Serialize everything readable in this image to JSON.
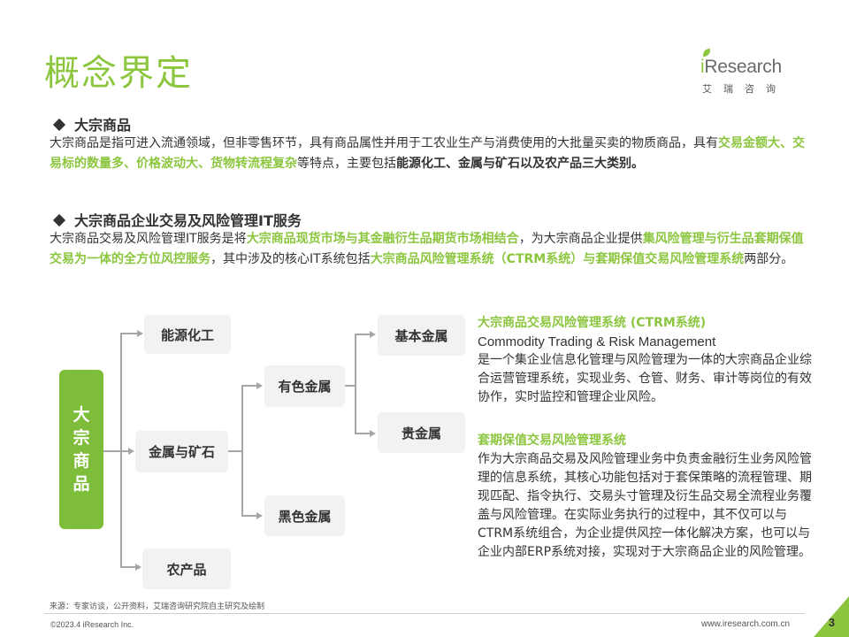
{
  "title": "概念界定",
  "logo": {
    "brand_i": "i",
    "brand_rest": "Research",
    "subtitle": "艾瑞咨询"
  },
  "section1": {
    "heading": "大宗商品",
    "p1": "大宗商品是指可进入流通领域，但非零售环节，具有商品属性并用于工农业生产与消费使用的大批量买卖的物质商品，具有",
    "hl1": "交易金额大、交易标的数量多、价格波动大、货物转流程复杂",
    "p2": "等特点，主要包括",
    "b1": "能源化工、金属与矿石以及农产品三大类别。"
  },
  "section2": {
    "heading": "大宗商品企业交易及风险管理IT服务",
    "p1": "大宗商品交易及风险管理IT服务是将",
    "hl1": "大宗商品现货市场与其金融衍生品期货市场相结合",
    "p2": "，为大宗商品企业提供",
    "hl2": "集风险管理与衍生品套期保值交易为一体的全方位风控服务",
    "p3": "，其中涉及的核心IT系统包括",
    "hl3": "大宗商品风险管理系统（CTRM系统）与套期保值交易风险管理系统",
    "p4": "两部分。"
  },
  "diagram": {
    "root": [
      "大",
      "宗",
      "商",
      "品"
    ],
    "energy": "能源化工",
    "metal": "金属与矿石",
    "agri": "农产品",
    "nonferrous": "有色金属",
    "ferrous": "黑色金属",
    "base_metal": "基本金属",
    "precious": "贵金属"
  },
  "ctrm": {
    "title": "大宗商品交易风险管理系统 (CTRM系统)",
    "subtitle": "Commodity Trading & Risk Management",
    "desc": "是一个集企业信息化管理与风险管理为一体的大宗商品企业综合运营管理系统，实现业务、仓管、财务、审计等岗位的有效协作，实时监控和管理企业风险。"
  },
  "hedge": {
    "title": "套期保值交易风险管理系统",
    "desc": "作为大宗商品交易及风险管理业务中负责金融衍生业务风险管理的信息系统，其核心功能包括对于套保策略的流程管理、期现匹配、指令执行、交易头寸管理及衍生品交易全流程业务覆盖与风险管理。在实际业务执行的过程中，其不仅可以与CTRM系统组合，为企业提供风控一体化解决方案，也可以与企业内部ERP系统对接，实现对于大宗商品企业的风险管理。"
  },
  "footer": {
    "source": "来源：专家访谈，公开资料，艾瑞咨询研究院自主研究及绘制",
    "copyright": "©2023.4 iResearch Inc.",
    "website": "www.iresearch.com.cn",
    "page": "3"
  },
  "colors": {
    "accent": "#8cc63f",
    "root_box": "#7ebd3a",
    "node_bg": "#f2f2f2",
    "connector": "#a6a6a6"
  }
}
